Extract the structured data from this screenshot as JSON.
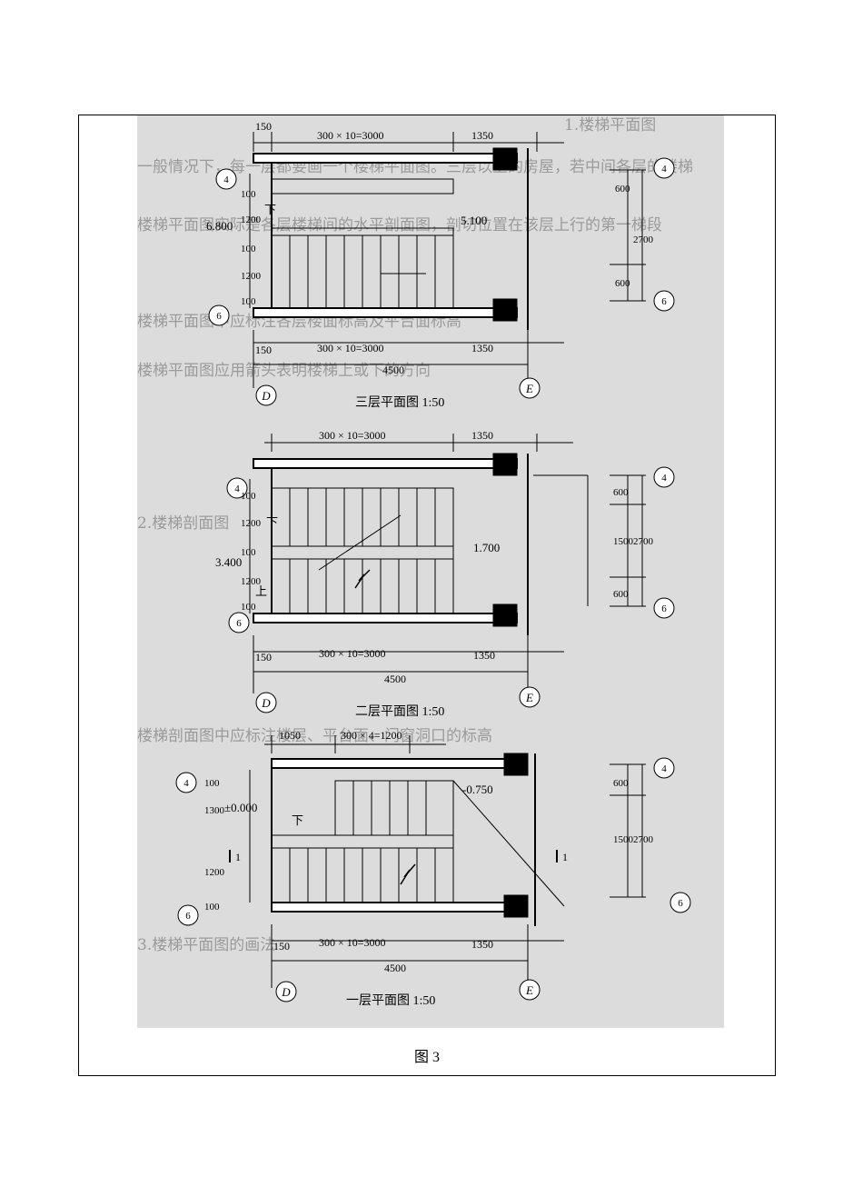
{
  "figure": {
    "caption": "图 3",
    "colors": {
      "scan_background": "#dcdcdc",
      "ink": "#000000",
      "ghost_text": "#9a9a9a"
    },
    "ghost_text_lines": [
      "1.楼梯平面图",
      "一般情况下，每一层都要画一个楼梯平面图。三层以上的房屋，若中间各层的楼梯",
      "楼梯平面图实际是各层楼梯间的水平剖面图，剖切位置在该层上行的第一梯段",
      "楼梯平面图中应标注各层楼面标高及平台面标高",
      "楼梯平面图应用箭头表明楼梯上或下的方向",
      "2.楼梯剖面图",
      "楼梯剖面图中应标注楼层、平台面、门窗洞口的标高",
      "3.楼梯平面图的画法"
    ],
    "plans": [
      {
        "title": "三层平面图  1:50",
        "top_dims": [
          "150",
          "300 × 10=3000",
          "1350"
        ],
        "bottom_dims": [
          "150",
          "300 × 10=3000",
          "1350"
        ],
        "overall_dim": "4500",
        "left_dims": [
          "100",
          "1200",
          "100",
          "1200",
          "100"
        ],
        "right_dims": [
          "600",
          "2700",
          "600"
        ],
        "levels": [
          "6.800",
          "5.100"
        ],
        "direction_labels": [
          "下"
        ],
        "axis_left_top": "4",
        "axis_left_bottom": "6",
        "axis_right_top": "4",
        "axis_right_bottom": "6",
        "col_left": "D",
        "col_right": "E"
      },
      {
        "title": "二层平面图  1:50",
        "top_dims": [
          "300 × 10=3000",
          "1350"
        ],
        "bottom_dims": [
          "150",
          "300 × 10=3000",
          "1350"
        ],
        "overall_dim": "4500",
        "left_dims": [
          "100",
          "1200",
          "100",
          "1200",
          "100"
        ],
        "right_dims": [
          "600",
          "1500",
          "600",
          "2700"
        ],
        "levels": [
          "3.400",
          "1.700"
        ],
        "direction_labels": [
          "下",
          "上"
        ],
        "axis_left_top": "4",
        "axis_left_bottom": "6",
        "axis_right_top": "4",
        "axis_right_bottom": "6",
        "col_left": "D",
        "col_right": "E"
      },
      {
        "title": "一层平面图  1:50",
        "top_dims": [
          "1050",
          "300 × 4=1200"
        ],
        "bottom_dims": [
          "150",
          "300 × 10=3000",
          "1350"
        ],
        "overall_dim": "4500",
        "left_dims": [
          "100",
          "1300",
          "1200",
          "100"
        ],
        "right_dims": [
          "600",
          "1500",
          "2700"
        ],
        "levels": [
          "±0.000",
          "-0.750"
        ],
        "direction_labels": [
          "下"
        ],
        "section_marks": [
          "1",
          "1"
        ],
        "axis_left_top": "4",
        "axis_left_bottom": "6",
        "axis_right_top": "4",
        "axis_right_bottom": "6",
        "col_left": "D",
        "col_right": "E"
      }
    ]
  }
}
